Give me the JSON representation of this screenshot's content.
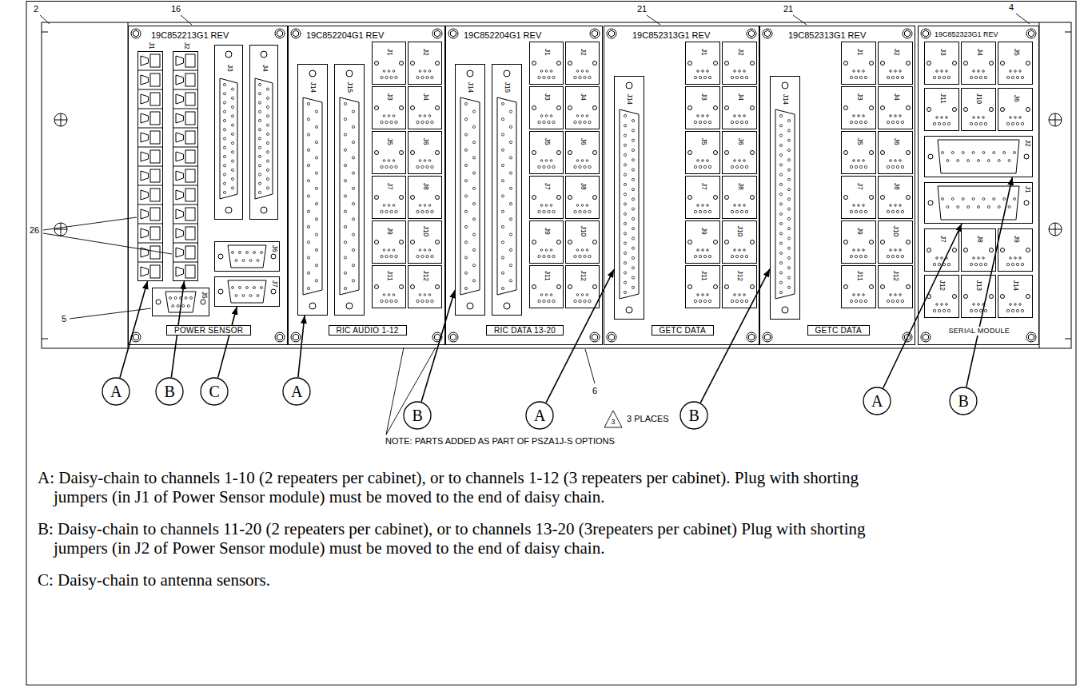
{
  "diagram": {
    "nodes": [
      {
        "text": [
          "19C852213G1 REV",
          "POWER SENSOR"
        ]
      },
      {
        "text": [
          "J1"
        ],
        "in": 0
      },
      {
        "text": [
          "J2"
        ],
        "in": 0
      },
      {
        "text": [
          "J3"
        ],
        "in": 0
      },
      {
        "text": [
          "J4"
        ],
        "in": 0
      },
      {
        "text": [
          "J6"
        ],
        "in": 0
      },
      {
        "text": [
          "J5"
        ],
        "in": 0
      },
      {
        "text": [
          "J7"
        ],
        "in": 0
      },
      {
        "text": [
          "19C852204G1 REV",
          "RIC AUDIO 1-12"
        ]
      },
      {
        "text": [
          "J14"
        ],
        "in": 8
      },
      {
        "text": [
          "J15"
        ],
        "in": 8
      },
      {
        "text": [
          "J1"
        ],
        "in": 8
      },
      {
        "text": [
          "J2"
        ],
        "in": 8
      },
      {
        "text": [
          "J3"
        ],
        "in": 8
      },
      {
        "text": [
          "J4"
        ],
        "in": 8
      },
      {
        "text": [
          "J5"
        ],
        "in": 8
      },
      {
        "text": [
          "J6"
        ],
        "in": 8
      },
      {
        "text": [
          "J7"
        ],
        "in": 8
      },
      {
        "text": [
          "J8"
        ],
        "in": 8
      },
      {
        "text": [
          "J9"
        ],
        "in": 8
      },
      {
        "text": [
          "J10"
        ],
        "in": 8
      },
      {
        "text": [
          "J11"
        ],
        "in": 8
      },
      {
        "text": [
          "J12"
        ],
        "in": 8
      },
      {
        "text": [
          "19C852204G1 REV",
          "RIC DATA 13-20"
        ]
      },
      {
        "text": [
          "J14"
        ],
        "in": 23
      },
      {
        "text": [
          "J15"
        ],
        "in": 23
      },
      {
        "text": [
          "J1"
        ],
        "in": 23
      },
      {
        "text": [
          "J2"
        ],
        "in": 23
      },
      {
        "text": [
          "J3"
        ],
        "in": 23
      },
      {
        "text": [
          "J4"
        ],
        "in": 23
      },
      {
        "text": [
          "J5"
        ],
        "in": 23
      },
      {
        "text": [
          "J6"
        ],
        "in": 23
      },
      {
        "text": [
          "J7"
        ],
        "in": 23
      },
      {
        "text": [
          "J8"
        ],
        "in": 23
      },
      {
        "text": [
          "J9"
        ],
        "in": 23
      },
      {
        "text": [
          "J10"
        ],
        "in": 23
      },
      {
        "text": [
          "J11"
        ],
        "in": 23
      },
      {
        "text": [
          "J12"
        ],
        "in": 23
      },
      {
        "text": [
          "19C852313G1 REV",
          "GETC DATA"
        ]
      },
      {
        "text": [
          "J14"
        ],
        "in": 38
      },
      {
        "text": [
          "J1"
        ],
        "in": 38
      },
      {
        "text": [
          "J2"
        ],
        "in": 38
      },
      {
        "text": [
          "J3"
        ],
        "in": 38
      },
      {
        "text": [
          "J4"
        ],
        "in": 38
      },
      {
        "text": [
          "J5"
        ],
        "in": 38
      },
      {
        "text": [
          "J6"
        ],
        "in": 38
      },
      {
        "text": [
          "J7"
        ],
        "in": 38
      },
      {
        "text": [
          "J8"
        ],
        "in": 38
      },
      {
        "text": [
          "J9"
        ],
        "in": 38
      },
      {
        "text": [
          "J10"
        ],
        "in": 38
      },
      {
        "text": [
          "J11"
        ],
        "in": 38
      },
      {
        "text": [
          "J12"
        ],
        "in": 38
      },
      {
        "text": [
          "19C852313G1 REV",
          "GETC DATA"
        ]
      },
      {
        "text": [
          "J14"
        ],
        "in": 52
      },
      {
        "text": [
          "J1"
        ],
        "in": 52
      },
      {
        "text": [
          "J2"
        ],
        "in": 52
      },
      {
        "text": [
          "J3"
        ],
        "in": 52
      },
      {
        "text": [
          "J4"
        ],
        "in": 52
      },
      {
        "text": [
          "J5"
        ],
        "in": 52
      },
      {
        "text": [
          "J6"
        ],
        "in": 52
      },
      {
        "text": [
          "J7"
        ],
        "in": 52
      },
      {
        "text": [
          "J8"
        ],
        "in": 52
      },
      {
        "text": [
          "J9"
        ],
        "in": 52
      },
      {
        "text": [
          "J10"
        ],
        "in": 52
      },
      {
        "text": [
          "J11"
        ],
        "in": 52
      },
      {
        "text": [
          "J12"
        ],
        "in": 52
      },
      {
        "text": [
          "19C852323G1 REV",
          "SERIAL MODULE"
        ]
      },
      {
        "text": [
          "J3"
        ],
        "in": 66
      },
      {
        "text": [
          "J4"
        ],
        "in": 66
      },
      {
        "text": [
          "J5"
        ],
        "in": 66
      },
      {
        "text": [
          "J11"
        ],
        "in": 66
      },
      {
        "text": [
          "J10"
        ],
        "in": 66
      },
      {
        "text": [
          "J6"
        ],
        "in": 66
      },
      {
        "text": [
          "J2"
        ],
        "in": 66
      },
      {
        "text": [
          "J1"
        ],
        "in": 66
      },
      {
        "text": [
          "J7"
        ],
        "in": 66
      },
      {
        "text": [
          "J8"
        ],
        "in": 66
      },
      {
        "text": [
          "J9"
        ],
        "in": 66
      },
      {
        "text": [
          "J12"
        ],
        "in": 66
      },
      {
        "text": [
          "J13"
        ],
        "in": 66
      },
      {
        "text": [
          "J14"
        ],
        "in": 66
      },
      {
        "text": [
          "A"
        ]
      },
      {
        "text": [
          "B"
        ]
      },
      {
        "text": [
          "C"
        ]
      },
      {
        "text": [
          "A"
        ]
      },
      {
        "text": [
          "B"
        ]
      },
      {
        "text": [
          "A"
        ]
      },
      {
        "text": [
          "B"
        ]
      },
      {
        "text": [
          "A"
        ]
      },
      {
        "text": [
          "B"
        ]
      }
    ],
    "edges": [
      {
        "from": 81,
        "to": 1,
        "arrow": "to"
      },
      {
        "from": 82,
        "to": 2,
        "arrow": "to"
      },
      {
        "from": 83,
        "to": 7,
        "arrow": "to"
      },
      {
        "from": 84,
        "to": 9,
        "arrow": "to"
      },
      {
        "from": 85,
        "to": 24,
        "arrow": "to"
      },
      {
        "from": 86,
        "to": 39,
        "arrow": "to"
      },
      {
        "from": 87,
        "to": 53,
        "arrow": "to"
      },
      {
        "from": 88,
        "to": 74,
        "arrow": "to"
      },
      {
        "from": 89,
        "to": 73,
        "arrow": "to"
      }
    ],
    "labels": [
      "2",
      "16",
      "21",
      "21",
      "4",
      "26",
      "5",
      "NOTE: PARTS ADDED AS PART OF PSZA1J-S OPTIONS",
      "6",
      "3",
      "3 PLACES",
      "A: Daisy-chain to channels 1-10 (2 repeaters per cabinet), or to channels 1-12 (3 repeaters per cabinet). Plug with shorting jumpers (in J1 of Power Sensor module) must be moved to the end of daisy chain.",
      "B: Daisy-chain to channels 11-20 (2 repeaters per cabinet), or to channels 13-20 (3repeaters per cabinet) Plug with shorting jumpers (in J2 of Power Sensor module) must be moved to the end of daisy chain.",
      "C: Daisy-chain to antenna sensors."
    ]
  }
}
